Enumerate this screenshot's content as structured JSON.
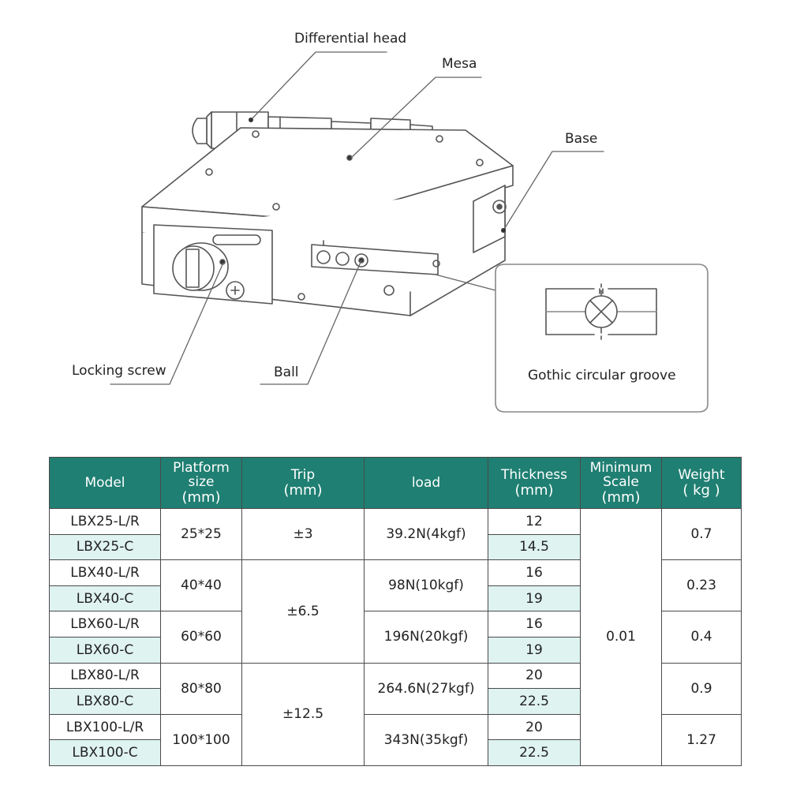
{
  "callouts": {
    "differential_head": "Differential head",
    "mesa": "Mesa",
    "base": "Base",
    "locking_screw": "Locking screw",
    "ball": "Ball",
    "gothic_groove": "Gothic circular groove"
  },
  "table": {
    "headers": {
      "model": "Model",
      "platform_l1": "Platform",
      "platform_l2": "size",
      "platform_unit": "(mm)",
      "trip_l1": "Trip",
      "trip_unit": "(mm)",
      "load": "load",
      "thickness_l1": "Thickness",
      "thickness_unit": "(mm)",
      "minscale_l1": "Minimum",
      "minscale_l2": "Scale",
      "minscale_unit": "(mm)",
      "weight_l1": "Weight",
      "weight_unit": "( kg )"
    },
    "models": [
      "LBX25-L/R",
      "LBX25-C",
      "LBX40-L/R",
      "LBX40-C",
      "LBX60-L/R",
      "LBX60-C",
      "LBX80-L/R",
      "LBX80-C",
      "LBX100-L/R",
      "LBX100-C"
    ],
    "platform_sizes": [
      "25*25",
      "40*40",
      "60*60",
      "80*80",
      "100*100"
    ],
    "trips": [
      "±3",
      "±6.5",
      "±12.5"
    ],
    "loads": [
      "39.2N(4kgf)",
      "98N(10kgf)",
      "196N(20kgf)",
      "264.6N(27kgf)",
      "343N(35kgf)"
    ],
    "thickness": [
      "12",
      "14.5",
      "16",
      "19",
      "16",
      "19",
      "20",
      "22.5",
      "20",
      "22.5"
    ],
    "min_scale": "0.01",
    "weights": [
      "0.7",
      "0.23",
      "0.4",
      "0.9",
      "1.27"
    ]
  },
  "colors": {
    "header_bg": "#1f7f72",
    "row_tint": "#dff3f1",
    "line": "#555555"
  }
}
